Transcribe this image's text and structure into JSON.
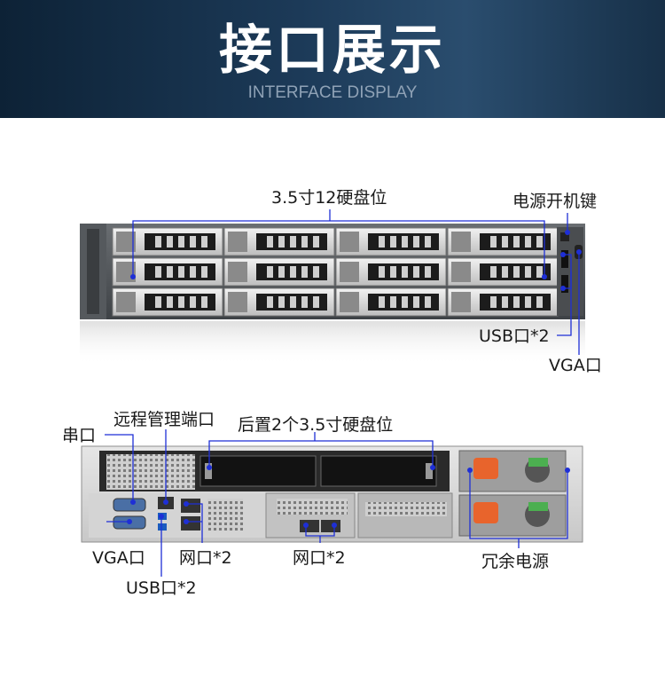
{
  "header": {
    "title": "接口展示",
    "subtitle": "INTERFACE DISPLAY"
  },
  "front_panel": {
    "labels": {
      "hdd_bays": "3.5寸12硬盘位",
      "power_button": "电源开机键",
      "usb": "USB口*2",
      "vga": "VGA口"
    }
  },
  "rear_panel": {
    "labels": {
      "serial": "串口",
      "remote_mgmt": "远程管理端口",
      "rear_bays": "后置2个3.5寸硬盘位",
      "vga": "VGA口",
      "usb": "USB口*2",
      "lan1": "网口*2",
      "lan2": "网口*2",
      "psu": "冗余电源"
    }
  },
  "colors": {
    "callout_line": "#1e2fd6",
    "header_bg": "#1c3a58"
  }
}
